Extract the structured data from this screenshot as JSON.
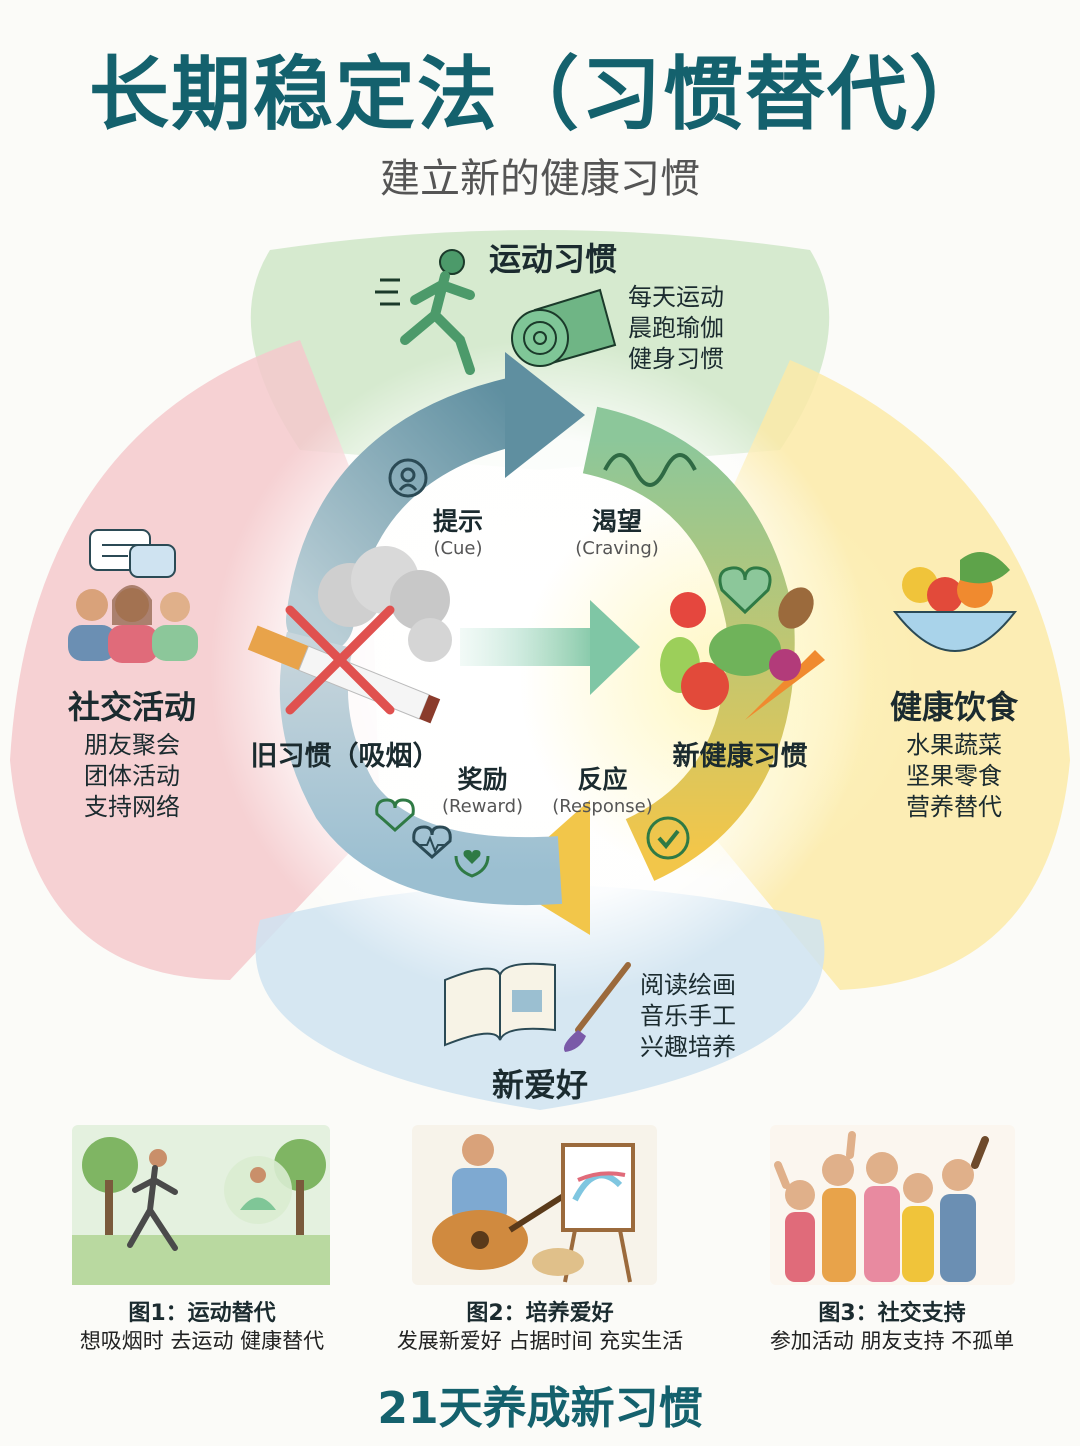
{
  "title": "长期稳定法（习惯替代）",
  "subtitle": "建立新的健康习惯",
  "quadrants": {
    "exercise": {
      "title": "运动习惯",
      "items": [
        "每天运动",
        "晨跑瑜伽",
        "健身习惯"
      ]
    },
    "diet": {
      "title": "健康饮食",
      "items": [
        "水果蔬菜",
        "坚果零食",
        "营养替代"
      ]
    },
    "social": {
      "title": "社交活动",
      "items": [
        "朋友聚会",
        "团体活动",
        "支持网络"
      ]
    },
    "hobby": {
      "title": "新爱好",
      "items": [
        "阅读绘画",
        "音乐手工",
        "兴趣培养"
      ]
    }
  },
  "loop": {
    "cue": {
      "zh": "提示",
      "en": "(Cue)"
    },
    "craving": {
      "zh": "渴望",
      "en": "(Craving)"
    },
    "reward": {
      "zh": "奖励",
      "en": "(Reward)"
    },
    "response": {
      "zh": "反应",
      "en": "(Response)"
    },
    "old_habit": "旧习惯（吸烟）",
    "new_habit": "新健康习惯"
  },
  "panels": [
    {
      "title": "图1：运动替代",
      "sub": "想吸烟时 去运动 健康替代"
    },
    {
      "title": "图2：培养爱好",
      "sub": "发展新爱好 占据时间 充实生活"
    },
    {
      "title": "图3：社交支持",
      "sub": "参加活动 朋友支持 不孤单"
    }
  ],
  "footer": "21天养成新习惯",
  "colors": {
    "title": "#14616d",
    "exercise": "#cfe6c8",
    "diet": "#fbeaa8",
    "social": "#f5c9cc",
    "hobby": "#cfe3f1",
    "arrow_blue": "#6f97a6",
    "arrow_green": "#8cc79a",
    "arrow_yellow": "#f2c64a",
    "cross": "#e0514f"
  },
  "icons": [
    "runner-icon",
    "yoga-mat-icon",
    "chat-bubbles-icon",
    "people-group-icon",
    "fruit-bowl-icon",
    "book-icon",
    "paintbrush-icon",
    "cigarette-icon",
    "smoke-icon",
    "red-x-icon",
    "fruits-vegetables-icon",
    "heart-check-icon",
    "check-circle-icon",
    "person-head-icon",
    "heartbeat-icon",
    "hands-heart-icon",
    "wave-icon"
  ]
}
